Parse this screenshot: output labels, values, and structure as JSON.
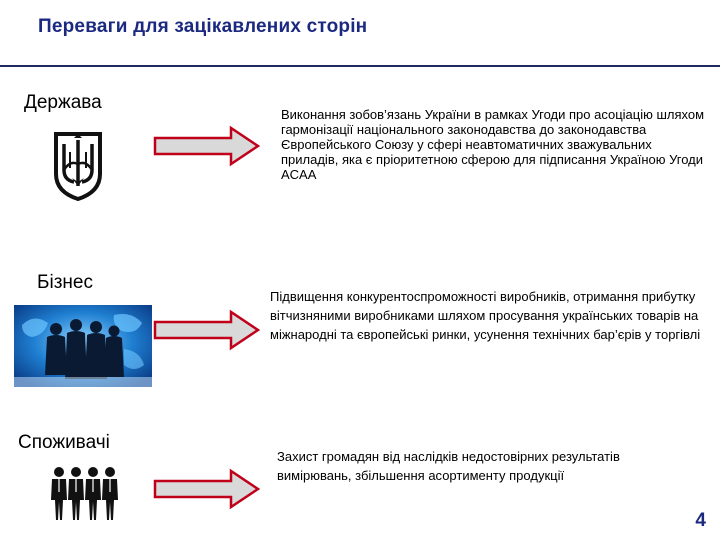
{
  "header": {
    "title": "Переваги для зацікавлених сторін"
  },
  "blocks": [
    {
      "label": "Держава",
      "icon": "trident-coat-of-arms-icon",
      "text": "Виконання зобов’язань України в рамках Угоди про асоціацію шляхом гармонізації національного законодавства до законодавства Європейського Союзу у сфері неавтоматичних зважувальних приладів, яка є пріоритетною сферою для підписання Україною Угоди ACAA"
    },
    {
      "label": "Бізнес",
      "icon": "business-people-globe-icon",
      "text": "Підвищення конкурентоспроможності виробників, отримання прибутку вітчизняними виробниками шляхом просування українських товарів на міжнародні та європейські ринки, усунення технічних бар’єрів у торгівлі"
    },
    {
      "label": "Споживачі",
      "icon": "people-group-icon",
      "text": "Захист громадян від наслідків недостовірних результатів вимірювань, збільшення асортименту продукції"
    }
  ],
  "footer": {
    "page_number": "4"
  },
  "colors": {
    "title": "#1b2a80",
    "rule": "#1f2a5e",
    "arrow_fill": "#d9d9d9",
    "arrow_stroke": "#c0001a"
  }
}
